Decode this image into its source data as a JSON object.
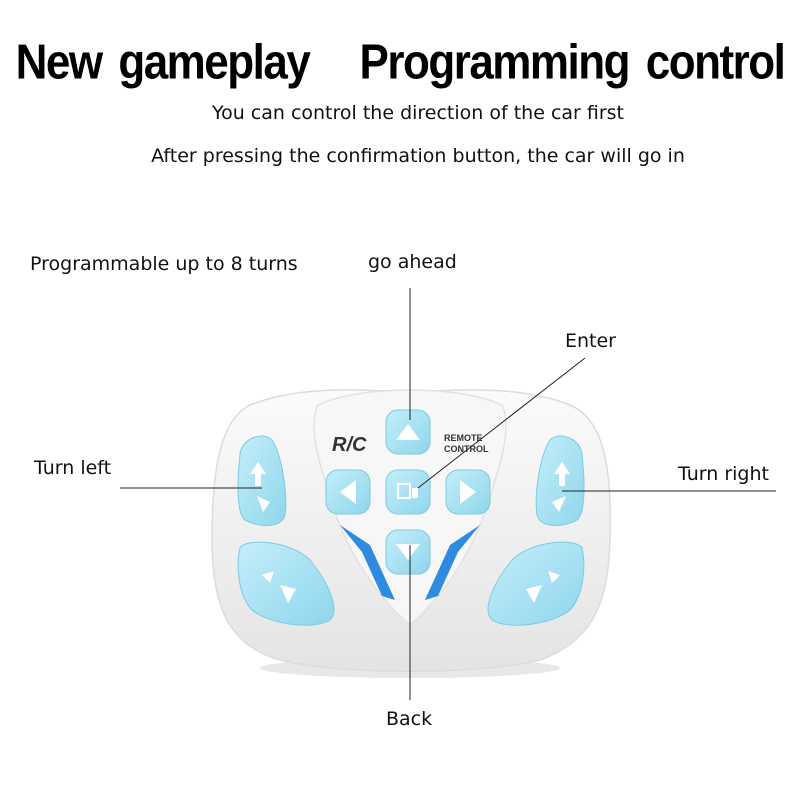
{
  "header": {
    "title": "New gameplay   Programming control",
    "subtitle_1": "You can control the direction of the car first",
    "subtitle_2": "After pressing the confirmation button, the car will go in"
  },
  "callouts": {
    "programmable": "Programmable up to 8 turns",
    "go_ahead": "go ahead",
    "enter": "Enter",
    "turn_left": "Turn left",
    "turn_right": "Turn right",
    "back": "Back"
  },
  "remote": {
    "brand": "R/C",
    "brand_text_line1": "REMOTE",
    "brand_text_line2": "CONTROL",
    "button_color": "#9fdff0",
    "accent_color": "#2f8be0",
    "body_color": "#f1f1f1"
  },
  "icons": [
    "arrow-up-icon",
    "arrow-down-icon",
    "arrow-left-icon",
    "arrow-right-icon",
    "enter-icon",
    "turn-arrows-icon"
  ]
}
